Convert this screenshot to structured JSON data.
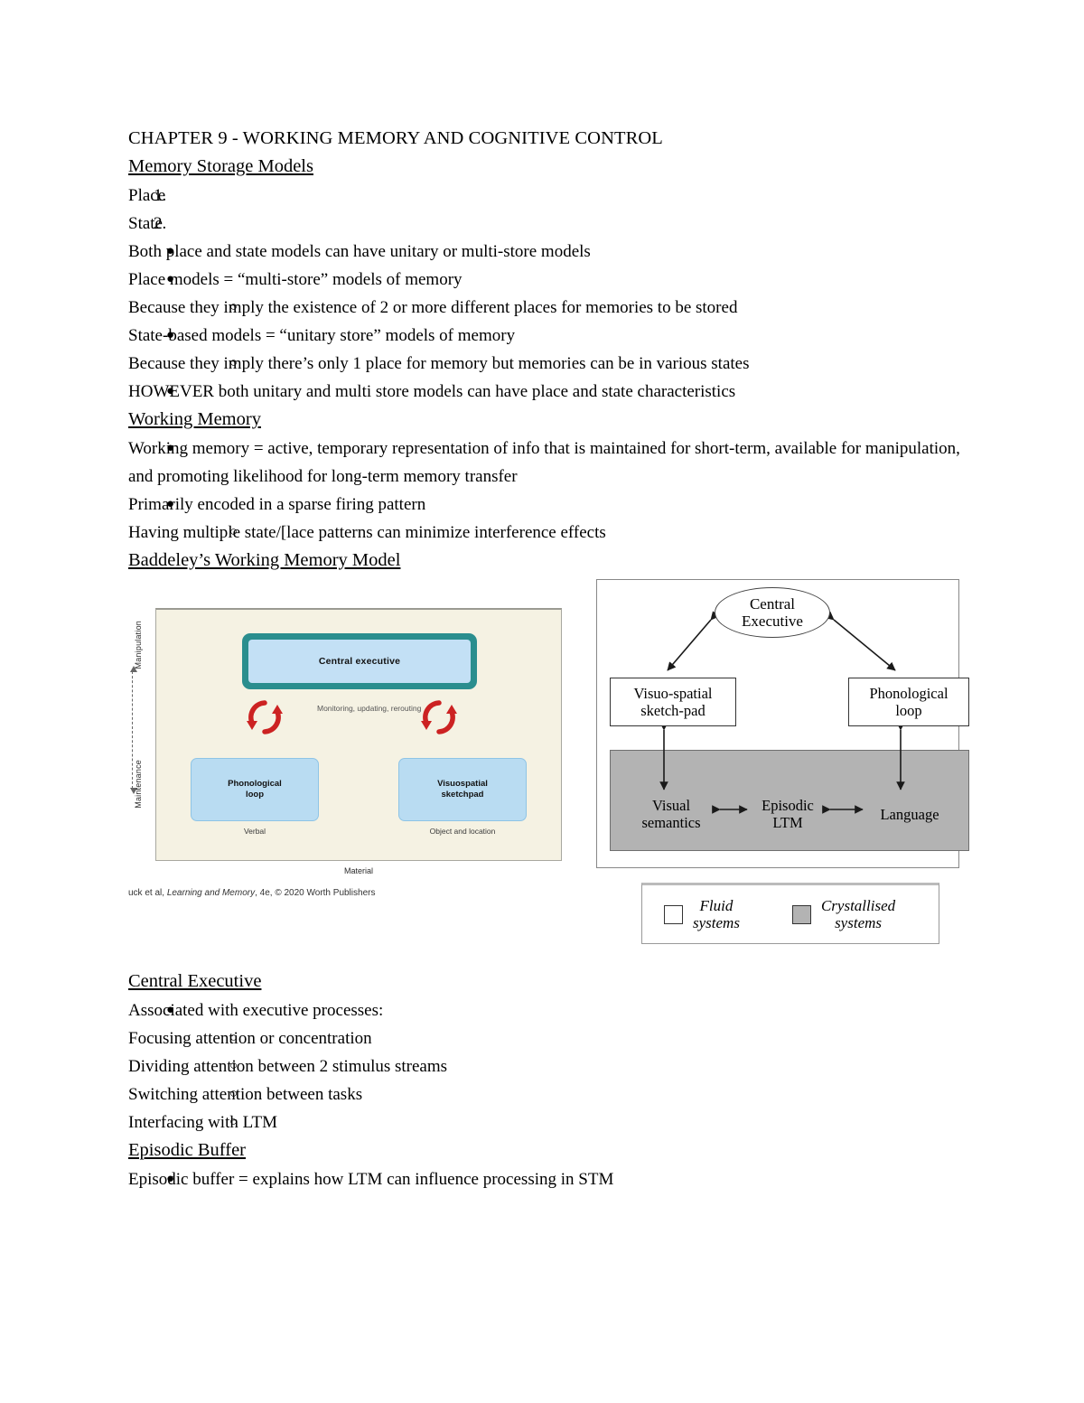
{
  "document": {
    "title": "CHAPTER 9 - WORKING MEMORY AND COGNITIVE CONTROL"
  },
  "sections": {
    "memory_storage_models": {
      "heading": "Memory Storage Models",
      "items": [
        {
          "marker": "1.",
          "text": "Place"
        },
        {
          "marker": "2.",
          "text": "State"
        },
        {
          "marker": "●",
          "text": "Both place and state models can have unitary or multi-store models"
        },
        {
          "marker": "●",
          "text": "Place models = “multi-store” models of memory"
        },
        {
          "marker": "○",
          "text": "Because they imply the existence of 2 or more different places for memories to be stored"
        },
        {
          "marker": "●",
          "text": "State-based models = “unitary store” models of memory"
        },
        {
          "marker": "○",
          "text": "Because they imply there’s only 1 place for memory but memories can be in various states"
        },
        {
          "marker": "●",
          "text": "HOWEVER both unitary and multi store models can have place and state characteristics"
        }
      ]
    },
    "working_memory": {
      "heading": "Working Memory",
      "items": [
        {
          "marker": "●",
          "text": "Working memory = active, temporary representation of info that is maintained for short-term, available for manipulation, and promoting likelihood for long-term memory transfer"
        },
        {
          "marker": "●",
          "text": "Primarily encoded in a sparse firing pattern"
        },
        {
          "marker": "○",
          "text": "Having multiple state/[lace patterns can minimize interference effects"
        }
      ]
    },
    "baddeley_model": {
      "heading": "Baddeley’s Working Memory Model"
    },
    "central_executive": {
      "heading": "Central Executive",
      "items": [
        {
          "marker": "●",
          "text": "Associated with executive processes:"
        },
        {
          "marker": "○",
          "text": "Focusing attention or concentration"
        },
        {
          "marker": "○",
          "text": "Dividing attention between 2 stimulus streams"
        },
        {
          "marker": "○",
          "text": "Switching attention between tasks"
        },
        {
          "marker": "○",
          "text": "Interfacing with LTM"
        }
      ]
    },
    "episodic_buffer": {
      "heading": "Episodic Buffer",
      "items": [
        {
          "marker": "●",
          "text": "Episodic buffer = explains how LTM can influence processing in STM"
        }
      ]
    }
  },
  "figure_left": {
    "axis_top_label": "Manipulation",
    "axis_bottom_label": "Maintenance",
    "central_executive": "Central executive",
    "process_label": "Monitoring, updating, rerouting",
    "phonological_loop": "Phonological\nloop",
    "phonological_loop_caption": "Verbal",
    "visuospatial_sketchpad": "Visuospatial\nsketchpad",
    "visuospatial_caption": "Object and location",
    "bottom_axis_label": "Material",
    "credit": "uck et al, Learning and Memory, 4e, © 2020 Worth Publishers",
    "credit_plain_a": "uck et al, ",
    "credit_italic": "Learning and Memory",
    "credit_plain_b": ", 4e, © 2020 Worth Publishers",
    "colors": {
      "panel_bg": "#f5f2e3",
      "ce_border": "#2a8e8e",
      "ce_fill": "#c3e0f5",
      "subbox_fill": "#b9dcf2",
      "arrow_red": "#cc2222"
    }
  },
  "figure_right": {
    "central_executive": "Central\nExecutive",
    "visuo_spatial": "Visuo-spatial\nsketch-pad",
    "phonological_loop": "Phonological\nloop",
    "visual_semantics": "Visual\nsemantics",
    "episodic_ltm": "Episodic\nLTM",
    "language": "Language",
    "legend": [
      {
        "label": "Fluid\nsystems",
        "swatch": "white"
      },
      {
        "label": "Crystallised\nsystems",
        "swatch": "gray"
      }
    ],
    "colors": {
      "crystallised_band": "#b3b3b3",
      "frame": "#888888"
    }
  }
}
